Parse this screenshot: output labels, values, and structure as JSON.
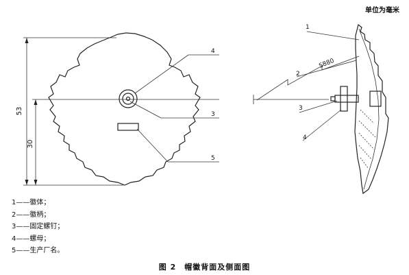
{
  "unit_note": "单位为毫米",
  "dimensions": {
    "overall_height": "53",
    "lower_height": "30"
  },
  "back_view_callouts": [
    "4",
    "3",
    "5"
  ],
  "side_view_callouts": [
    "1",
    "2",
    "3",
    "4"
  ],
  "side_view_label": "S880",
  "legend": [
    {
      "number": "1",
      "text": "徽体；"
    },
    {
      "number": "2",
      "text": "徽柄；"
    },
    {
      "number": "3",
      "text": "固定螺钉；"
    },
    {
      "number": "4",
      "text": "螺母；"
    },
    {
      "number": "5",
      "text": "生产厂名。"
    }
  ],
  "caption": "图 2　帽徽背面及侧面图"
}
